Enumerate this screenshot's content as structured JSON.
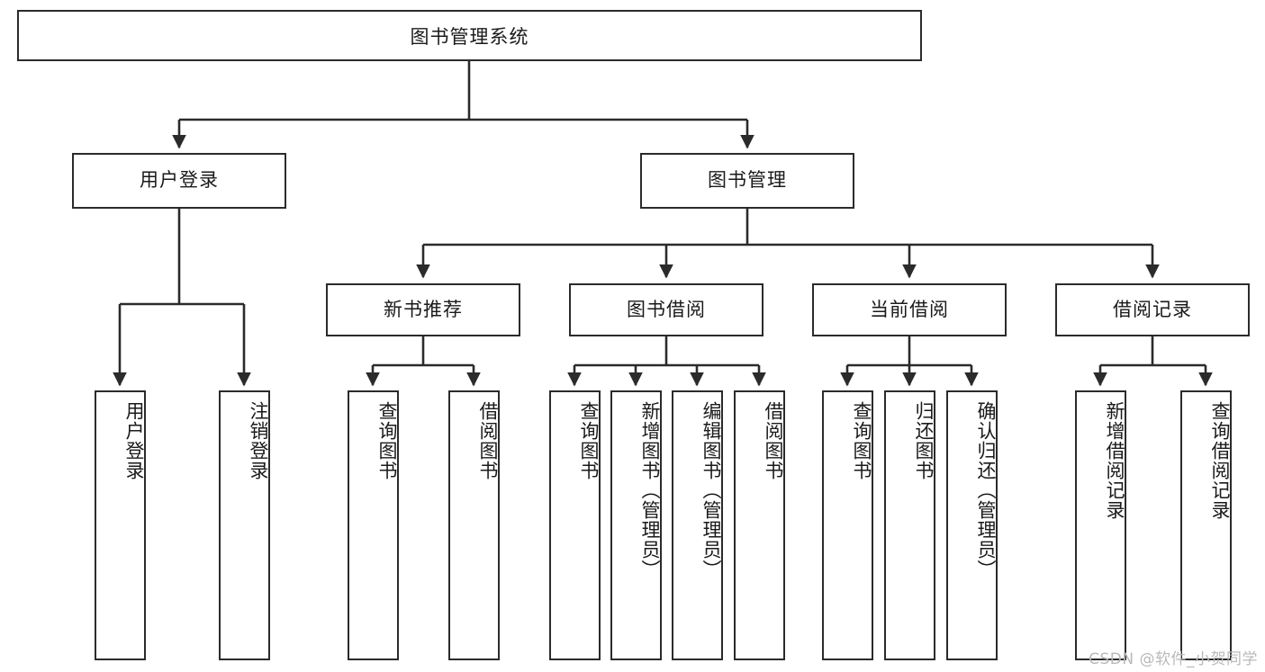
{
  "diagram": {
    "title": "图书管理系统",
    "type": "tree",
    "colors": {
      "box_border": "#2b2b2b",
      "box_fill": "#ffffff",
      "edge": "#2b2b2b",
      "text": "#1a1a1a",
      "watermark": "#b9b9b9",
      "background": "#ffffff"
    },
    "watermark": "CSDN @软件_小贺同学",
    "levels": {
      "root": {
        "label": "图书管理系统"
      },
      "level2": [
        {
          "label": "用户登录"
        },
        {
          "label": "图书管理"
        }
      ],
      "level3": [
        {
          "label": "新书推荐"
        },
        {
          "label": "图书借阅"
        },
        {
          "label": "当前借阅"
        },
        {
          "label": "借阅记录"
        }
      ],
      "leaves": {
        "user_login": [
          {
            "label": "用户登录"
          },
          {
            "label": "注销登录"
          }
        ],
        "new_book_recommend": [
          {
            "label": "查询图书"
          },
          {
            "label": "借阅图书"
          }
        ],
        "book_borrow": [
          {
            "label": "查询图书"
          },
          {
            "label": "新增图书（管理员）"
          },
          {
            "label": "编辑图书（管理员）"
          },
          {
            "label": "借阅图书"
          }
        ],
        "current_borrow": [
          {
            "label": "查询图书"
          },
          {
            "label": "归还图书"
          },
          {
            "label": "确认归还（管理员）"
          }
        ],
        "borrow_record": [
          {
            "label": "新增借阅记录"
          },
          {
            "label": "查询借阅记录"
          }
        ]
      }
    }
  }
}
